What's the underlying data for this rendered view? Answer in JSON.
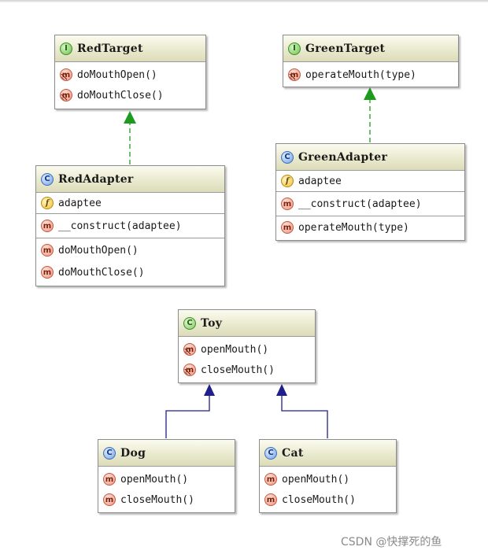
{
  "classes": {
    "red_target": {
      "name": "RedTarget",
      "icon": "I",
      "methods": [
        "doMouthOpen()",
        "doMouthClose()"
      ]
    },
    "green_target": {
      "name": "GreenTarget",
      "icon": "I",
      "methods": [
        "operateMouth(type)"
      ]
    },
    "red_adapter": {
      "name": "RedAdapter",
      "icon": "C",
      "fields": [
        "adaptee"
      ],
      "constructors": [
        "__construct(adaptee)"
      ],
      "methods": [
        "doMouthOpen()",
        "doMouthClose()"
      ]
    },
    "green_adapter": {
      "name": "GreenAdapter",
      "icon": "C",
      "fields": [
        "adaptee"
      ],
      "constructors": [
        "__construct(adaptee)"
      ],
      "methods": [
        "operateMouth(type)"
      ]
    },
    "toy": {
      "name": "Toy",
      "icon": "C",
      "methods": [
        "openMouth()",
        "closeMouth()"
      ]
    },
    "dog": {
      "name": "Dog",
      "icon": "C",
      "methods": [
        "openMouth()",
        "closeMouth()"
      ]
    },
    "cat": {
      "name": "Cat",
      "icon": "C",
      "methods": [
        "openMouth()",
        "closeMouth()"
      ]
    }
  },
  "icons": {
    "interface": "interface-icon",
    "class": "class-icon",
    "abstract_class": "abstract-class-icon",
    "field": "field-icon",
    "method": "method-icon",
    "abstract_method": "abstract-method-icon"
  },
  "colors": {
    "realization_line": "#1e9a1e",
    "inheritance_line": "#1f1f8c",
    "header_bg": "#e8e8cc"
  },
  "watermark": "CSDN @快撑死的鱼"
}
